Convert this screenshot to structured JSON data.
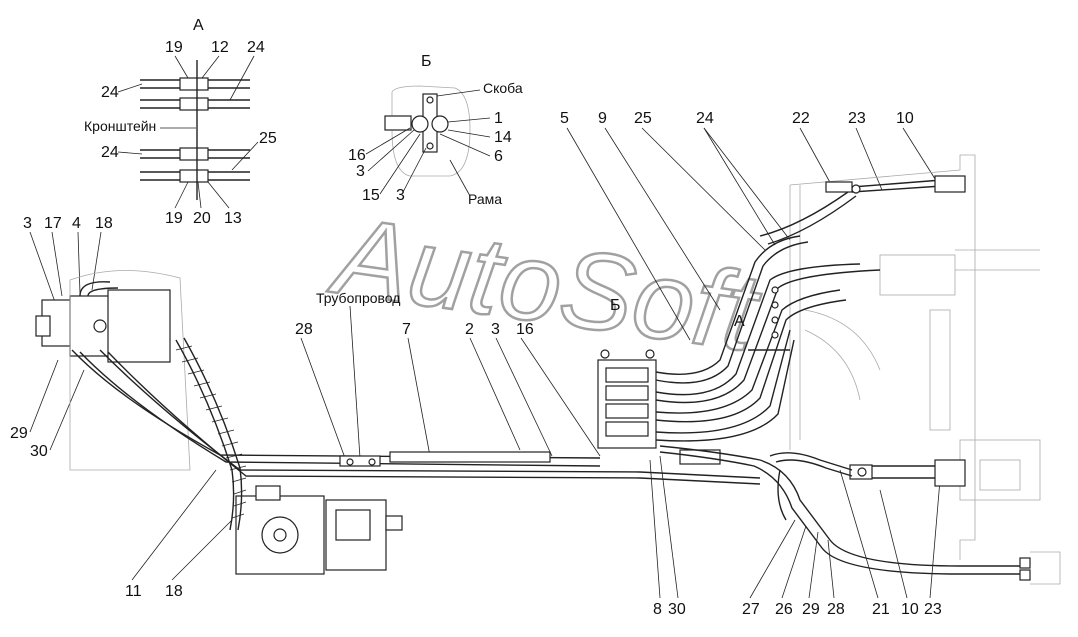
{
  "watermark": "AutoSoft",
  "view_a": {
    "title": "А",
    "top_numbers": [
      "19",
      "12",
      "24"
    ],
    "bottom_numbers": [
      "19",
      "20",
      "13"
    ],
    "side_left_top": "24",
    "side_left_bottom": "24",
    "side_right": "25",
    "bracket_label": "Кронштейн"
  },
  "view_b": {
    "title": "Б",
    "clamp_label": "Скоба",
    "frame_label": "Рама",
    "right_numbers": [
      "1",
      "14",
      "6"
    ],
    "left_numbers": [
      "16",
      "3",
      "15",
      "3"
    ]
  },
  "main": {
    "view_marker_a": "А",
    "view_marker_b": "Б",
    "pipeline_label": "Трубопровод",
    "callouts_top": [
      "5",
      "9",
      "25",
      "24",
      "22",
      "23",
      "10"
    ],
    "callouts_left": [
      "3",
      "17",
      "4",
      "18"
    ],
    "callouts_mid": [
      "28",
      "7",
      "2",
      "3",
      "16"
    ],
    "callouts_left_low": [
      "29",
      "30"
    ],
    "callouts_bottom_left": [
      "11",
      "18"
    ],
    "callouts_bottom": [
      "8",
      "30",
      "27",
      "26",
      "29",
      "28",
      "21",
      "10",
      "23"
    ]
  }
}
